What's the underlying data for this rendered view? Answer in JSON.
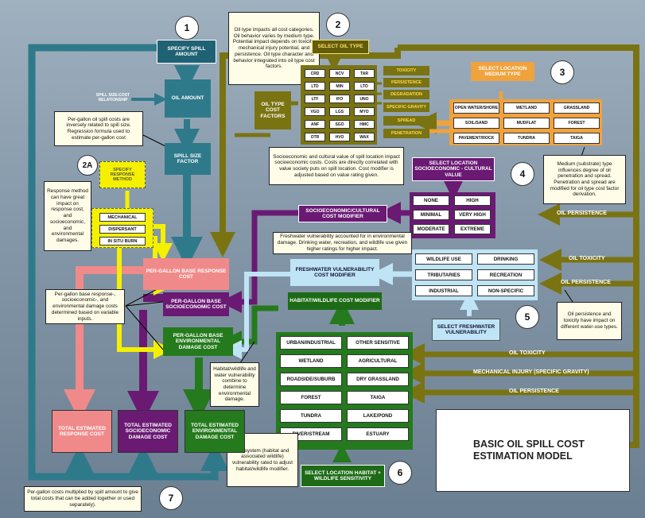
{
  "title": "BASIC OIL SPILL COST ESTIMATION MODEL",
  "steps": [
    "1",
    "2",
    "3",
    "4",
    "5",
    "6",
    "7",
    "2A"
  ],
  "boxes": {
    "specify_spill_amount": "SPECIFY SPILL AMOUNT",
    "spill_size_cost_relationship": "SPILL SIZE-COST RELATIONSHIP",
    "oil_amount": "OIL AMOUNT",
    "spill_size_factor": "SPILL SIZE FACTOR",
    "select_oil_type": "SELECT OIL TYPE",
    "oil_type_cost_factors": "OIL TYPE COST FACTORS",
    "select_location_medium": "SELECT LOCATION MEDIUM TYPE",
    "specify_response_method": "SPECIFY RESPONSE METHOD",
    "select_location_socio": "SELECT LOCATION SOCIOECONOMIC - CULTURAL VALUE",
    "socio_cost_modifier": "SOCIOECONOMIC/CULTURAL COST MODIFIER",
    "freshwater_cost_modifier": "FRESHWATER VULNERABILITY COST MODIFIER",
    "habitat_cost_modifier": "HABITAT/WILDLIFE COST MODIFIER",
    "select_freshwater_vuln": "SELECT FRESHWATER VULNERABILITY",
    "select_location_habitat": "SELECT LOCATION HABITAT + WILDLIFE SENSITIVITY",
    "per_gallon_response": "PER-GALLON BASE RESPONSE COST",
    "per_gallon_socio": "PER-GALLON BASE SOCIOECONOMIC COST",
    "per_gallon_env": "PER-GALLON BASE ENVIRONMENTAL DAMAGE COST",
    "total_response": "TOTAL ESTIMATED RESPONSE COST",
    "total_socio": "TOTAL ESTIMATED SOCIOECONOMIC DAMAGE COST",
    "total_env": "TOTAL ESTIMATED ENVIRONMENTAL DAMAGE COST"
  },
  "oil_grid": [
    "CRD",
    "NCV",
    "TAR",
    "LTD",
    "MIN",
    "LTO",
    "LTF",
    "IFO",
    "UNO",
    "VGO",
    "LGS",
    "MYO",
    "ANF",
    "SGO",
    "HMC",
    "OTR",
    "HVO",
    "WAX"
  ],
  "oil_properties": [
    "TOXICITY",
    "PERSISTENCE",
    "DEGRADATION",
    "SPECIFIC GRAVITY",
    "SPREAD",
    "PENETRATION"
  ],
  "medium_types": [
    "OPEN WATER/SHORE",
    "WETLAND",
    "GRASSLAND",
    "SOIL/SAND",
    "MUDFLAT",
    "FOREST",
    "PAVEMENT/ROCK",
    "TUNDRA",
    "TAIGA"
  ],
  "response_methods": [
    "MECHANICAL",
    "DISPERSANT",
    "IN SITU BURN"
  ],
  "socio_values": [
    "NONE",
    "HIGH",
    "MINIMAL",
    "VERY HIGH",
    "MODERATE",
    "EXTREME"
  ],
  "freshwater_uses": [
    "WILDLIFE USE",
    "DRINKING",
    "TRIBUTARIES",
    "RECREATION",
    "INDUSTRIAL",
    "NON-SPECIFIC"
  ],
  "habitats": [
    "URBAN/INDUSTRIAL",
    "OTHER SENSITIVE",
    "WETLAND",
    "AGRICULTURAL",
    "ROADSIDE/SUBURB",
    "DRY GRASSLAND",
    "FOREST",
    "TAIGA",
    "TUNDRA",
    "LAKE/POND",
    "RIVER/STREAM",
    "ESTUARY"
  ],
  "flow_labels": {
    "oil_persistence_1": "OIL PERSISTENCE",
    "oil_toxicity_1": "OIL TOXICITY",
    "oil_persistence_2": "OIL PERSISTENCE",
    "oil_toxicity_2": "OIL TOXICITY",
    "mech_injury": "MECHANICAL INJURY (SPECIFIC GRAVITY)",
    "oil_persistence_3": "OIL PERSISTENCE"
  },
  "notes": {
    "oil_type": "Oil type impacts all cost categories. Oil behavior varies by medium type. Potential impact depends on toxicity, mechanical injury potential, and persistence. Oil type character and behavior integrated into oil type cost factors.",
    "per_gallon": "Per-gallon oil spill costs are inversely related to spill size. Regression formula used to estimate per-gallon cost",
    "response": "Response method can have great impact on response cost, and socioeconomic, and environmental damages.",
    "socio": "Socioeconomic and cultural value of spill location impact socioeconomic costs. Costs are directly correlated with value society puts on spill location. Cost modifier is adjusted based on value rating given.",
    "medium": "Medium (substrate) type influences degree of oil penetration and spread. Penetration and spread are modified for oil type cost factor derivation.",
    "freshwater": "Freshwater vulnerability accounted for in environmental damage. Drinking water, recreation, and wildlife use given higher ratings for higher impact.",
    "base_costs": "Per-gallon base response-, socioeconomic-, and environmental damage costs determined based on variable inputs.",
    "persist_tox": "Oil persistence and toxicity have impact on different water-use types.",
    "habitat_combine": "Habitat/wildlife and water vulnerability combine to determine environmental damage.",
    "ecosystem": "Ecosystem (habitat and associated wildlife) vulnerability rated to adjust habitat/wildlife modifier.",
    "totals": "Per-gallon costs multiplied by spill amount to give total costs that can be added together or used separately)."
  }
}
